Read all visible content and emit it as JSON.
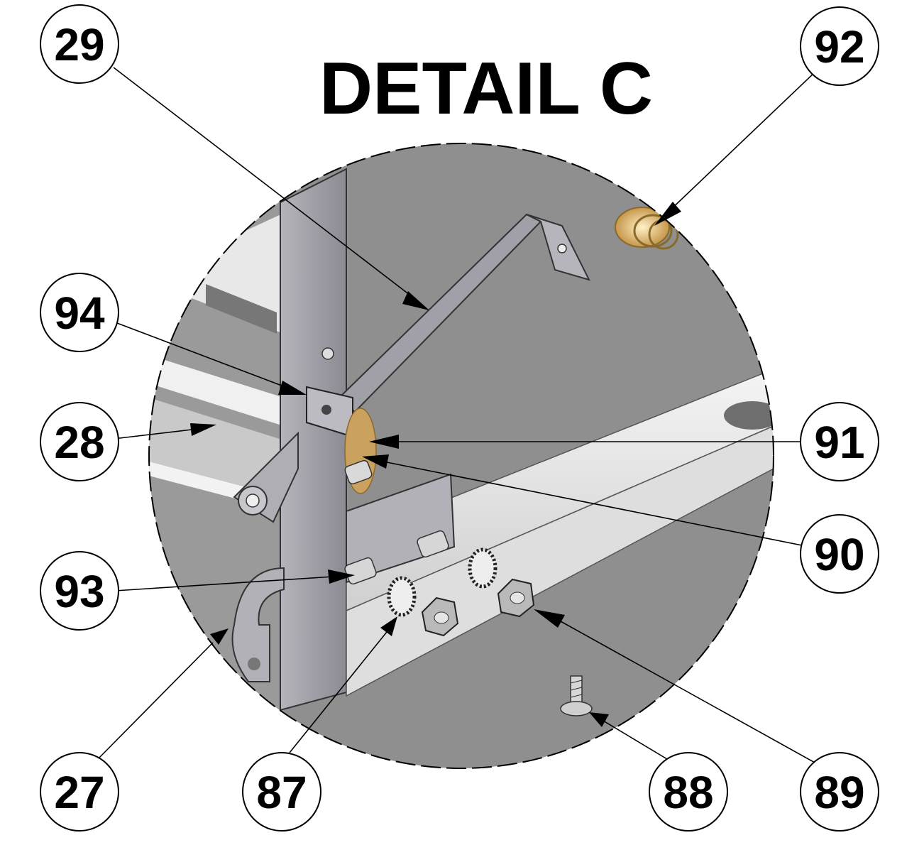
{
  "title": "DETAIL C",
  "callouts": [
    {
      "id": "c29",
      "label": "29"
    },
    {
      "id": "c92",
      "label": "92"
    },
    {
      "id": "c94",
      "label": "94"
    },
    {
      "id": "c28",
      "label": "28"
    },
    {
      "id": "c91",
      "label": "91"
    },
    {
      "id": "c90",
      "label": "90"
    },
    {
      "id": "c93",
      "label": "93"
    },
    {
      "id": "c27",
      "label": "27"
    },
    {
      "id": "c87",
      "label": "87"
    },
    {
      "id": "c88",
      "label": "88"
    },
    {
      "id": "c89",
      "label": "89"
    }
  ],
  "colors": {
    "background_panel": "#8f8f8f",
    "bracket": "#a8a6ad",
    "spring": "#d8b46c",
    "rail": "#e4e4e4"
  }
}
